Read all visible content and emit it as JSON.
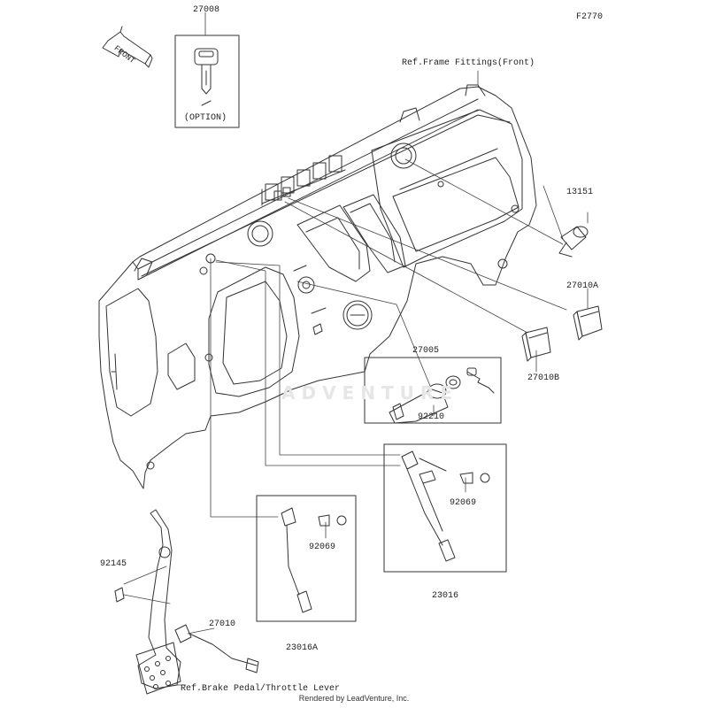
{
  "figure_code": "F2770",
  "front_arrow_text": "FRONT",
  "watermark": "ADVENTURE",
  "footer": "Rendered by LeadVenture, Inc.",
  "references": {
    "frame_fittings": "Ref.Frame Fittings(Front)",
    "brake_pedal": "Ref.Brake Pedal/Throttle Lever"
  },
  "key_option": "(OPTION)",
  "parts": [
    {
      "id": "p27008",
      "number": "27008"
    },
    {
      "id": "p13151",
      "number": "13151"
    },
    {
      "id": "p27010A",
      "number": "27010A"
    },
    {
      "id": "p27010B",
      "number": "27010B"
    },
    {
      "id": "p27005",
      "number": "27005"
    },
    {
      "id": "p92210",
      "number": "92210"
    },
    {
      "id": "p92069a",
      "number": "92069"
    },
    {
      "id": "p23016",
      "number": "23016"
    },
    {
      "id": "p92069b",
      "number": "92069"
    },
    {
      "id": "p23016A",
      "number": "23016A"
    },
    {
      "id": "p92145",
      "number": "92145"
    },
    {
      "id": "p27010",
      "number": "27010"
    }
  ]
}
